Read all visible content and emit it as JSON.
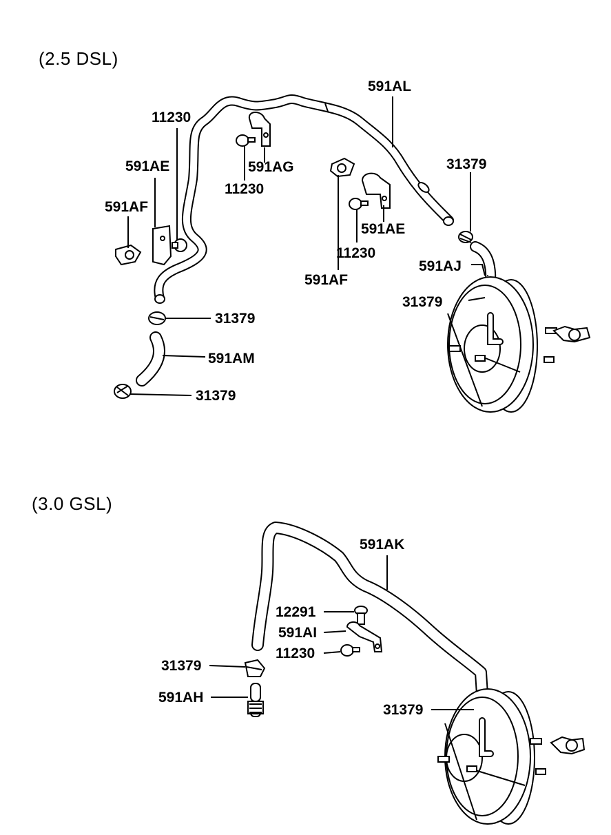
{
  "sections": [
    {
      "title": "(2.5 DSL)"
    },
    {
      "title": "(3.0 GSL)"
    }
  ],
  "labels": {
    "p11230_a": "11230",
    "p591AE_a": "591AE",
    "p591AF_a": "591AF",
    "p591AG": "591AG",
    "p11230_b": "11230",
    "p591AL": "591AL",
    "p31379_a": "31379",
    "p591AE_b": "591AE",
    "p11230_c": "11230",
    "p591AF_b": "591AF",
    "p591AJ": "591AJ",
    "p31379_b": "31379",
    "p31379_c": "31379",
    "p591AM": "591AM",
    "p31379_d": "31379",
    "p591AK": "591AK",
    "p12291": "12291",
    "p591AI": "591AI",
    "p11230_d": "11230",
    "p31379_e": "31379",
    "p591AH": "591AH",
    "p31379_f": "31379"
  }
}
